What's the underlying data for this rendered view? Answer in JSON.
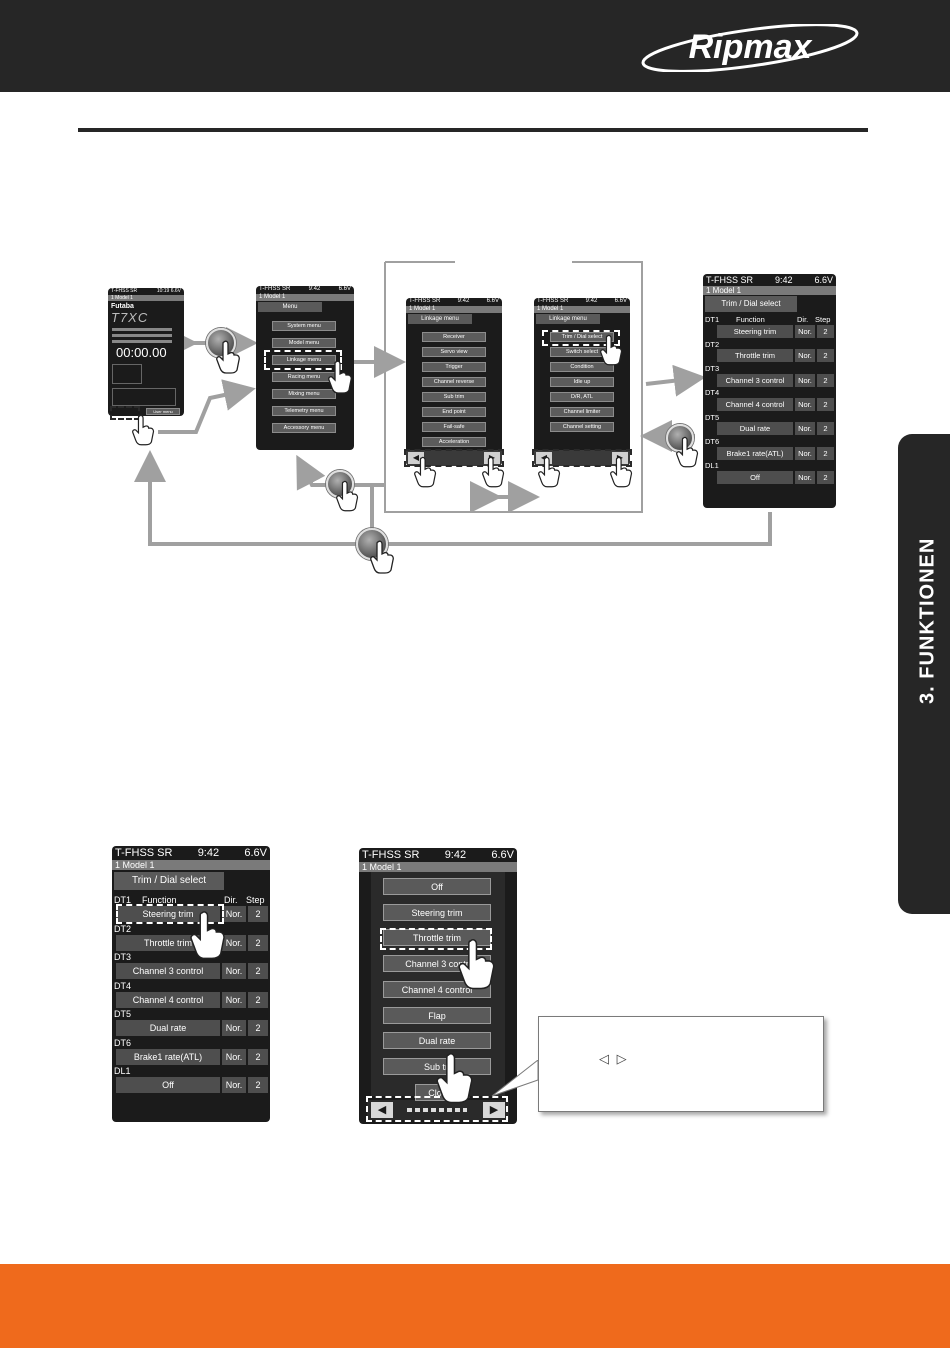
{
  "header": {
    "brand": "Ripmax"
  },
  "side_tab": {
    "label": "3. FUNKTIONEN"
  },
  "status": {
    "model_name": "T-FHSS SR",
    "time": "9:42",
    "voltage": "6.6V",
    "model": "1   Model 1"
  },
  "home": {
    "status_left": "T-FHSS SR",
    "status_right": "10:19 6.6V",
    "model": "1  Model 1",
    "brand": "Futaba",
    "product": "T7XC",
    "timer": "00:00.00",
    "user_menu": "User menu"
  },
  "menu_screen": {
    "title": "Menu",
    "items": [
      "System menu",
      "Model menu",
      "Linkage menu",
      "Racing menu",
      "Mixing menu",
      "Telemetry menu",
      "Accessory menu"
    ]
  },
  "linkage_page1": {
    "title": "Linkage menu",
    "items": [
      "Receiver",
      "Servo view",
      "Trigger",
      "Channel reverse",
      "Sub trim",
      "End point",
      "Fail-safe",
      "Acceleration"
    ]
  },
  "linkage_page2": {
    "title": "Linkage menu",
    "items": [
      "Trim / Dial select",
      "Switch select",
      "Condition",
      "Idle up",
      "D/R, ATL",
      "Channel limiter",
      "Channel setting"
    ]
  },
  "trim_screen": {
    "title": "Trim / Dial select",
    "headers": {
      "dt": "DT1",
      "function": "Function",
      "dir": "Dir.",
      "step": "Step"
    },
    "rows": [
      {
        "dt": "DT1",
        "function": "Steering trim",
        "dir": "Nor.",
        "step": "2"
      },
      {
        "dt": "DT2",
        "function": "Throttle trim",
        "dir": "Nor.",
        "step": "2"
      },
      {
        "dt": "DT3",
        "function": "Channel 3 control",
        "dir": "Nor.",
        "step": "2"
      },
      {
        "dt": "DT4",
        "function": "Channel 4 control",
        "dir": "Nor.",
        "step": "2"
      },
      {
        "dt": "DT5",
        "function": "Dual rate",
        "dir": "Nor.",
        "step": "2"
      },
      {
        "dt": "DT6",
        "function": "Brake1 rate(ATL)",
        "dir": "Nor.",
        "step": "2"
      },
      {
        "dt": "DL1",
        "function": "Off",
        "dir": "Nor.",
        "step": "2"
      }
    ]
  },
  "select_screen": {
    "options": [
      "Off",
      "Steering trim",
      "Throttle trim",
      "Channel 3 control",
      "Channel 4 control",
      "Flap",
      "Dual rate",
      "Sub trim",
      "Close"
    ],
    "visible_options": [
      "Off",
      "Steering trim",
      "Throttle trim",
      "Channel 3 contr",
      "Channel 4 control",
      "Flap",
      "Dual rate",
      "Sub tri",
      "Clo"
    ]
  },
  "callout": {
    "arrows": "◁ ▷"
  }
}
